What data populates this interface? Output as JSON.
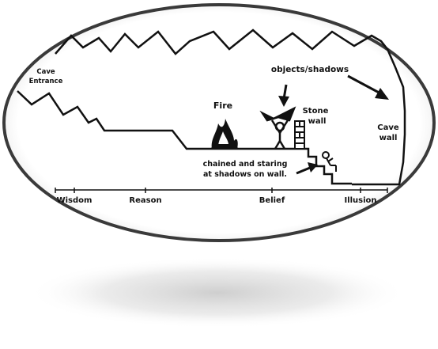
{
  "labels": {
    "cave_entrance_line1": "Cave",
    "cave_entrance_line2": "Entrance",
    "fire": "Fire",
    "objects_shadows": "objects/shadows",
    "stone_wall_line1": "Stone",
    "stone_wall_line2": "wall",
    "cave_wall_line1": "Cave",
    "cave_wall_line2": "wall",
    "chained_line1": "chained and staring",
    "chained_line2": "at shadows on wall."
  },
  "scale": {
    "stages": [
      "Wisdom",
      "Reason",
      "Belief",
      "Illusion"
    ]
  }
}
